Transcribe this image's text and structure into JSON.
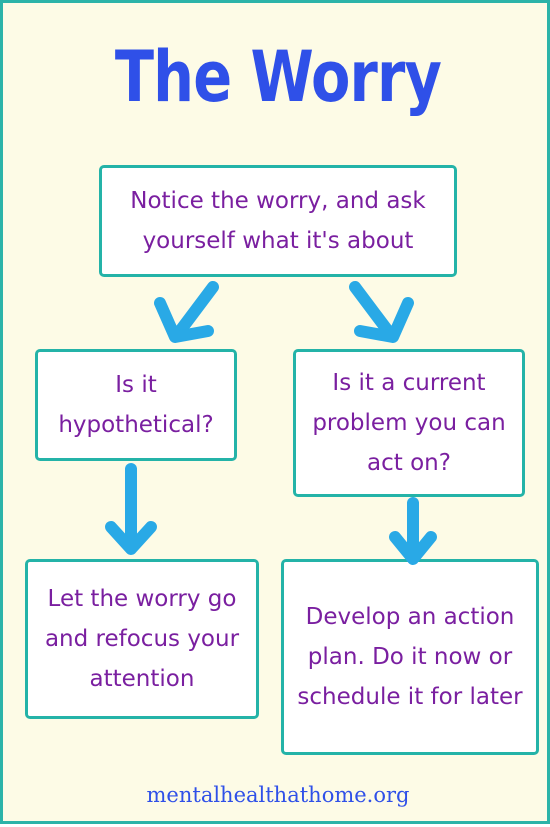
{
  "title": "The Worry Tree",
  "nodes": {
    "top": "Notice the worry, and ask yourself what it's about",
    "left": "Is it hypothetical?",
    "right": "Is it a current problem you can act on?",
    "bottom_left": "Let the worry go and refocus your attention",
    "bottom_right": "Develop an action plan. Do it now or schedule it for later"
  },
  "footer": "mentalhealthathome.org",
  "colors": {
    "title": "#2f50e8",
    "node_text": "#7a1fa0",
    "node_border": "#24b3a8",
    "arrow": "#29a9e6",
    "background": "#fdfbe6"
  }
}
